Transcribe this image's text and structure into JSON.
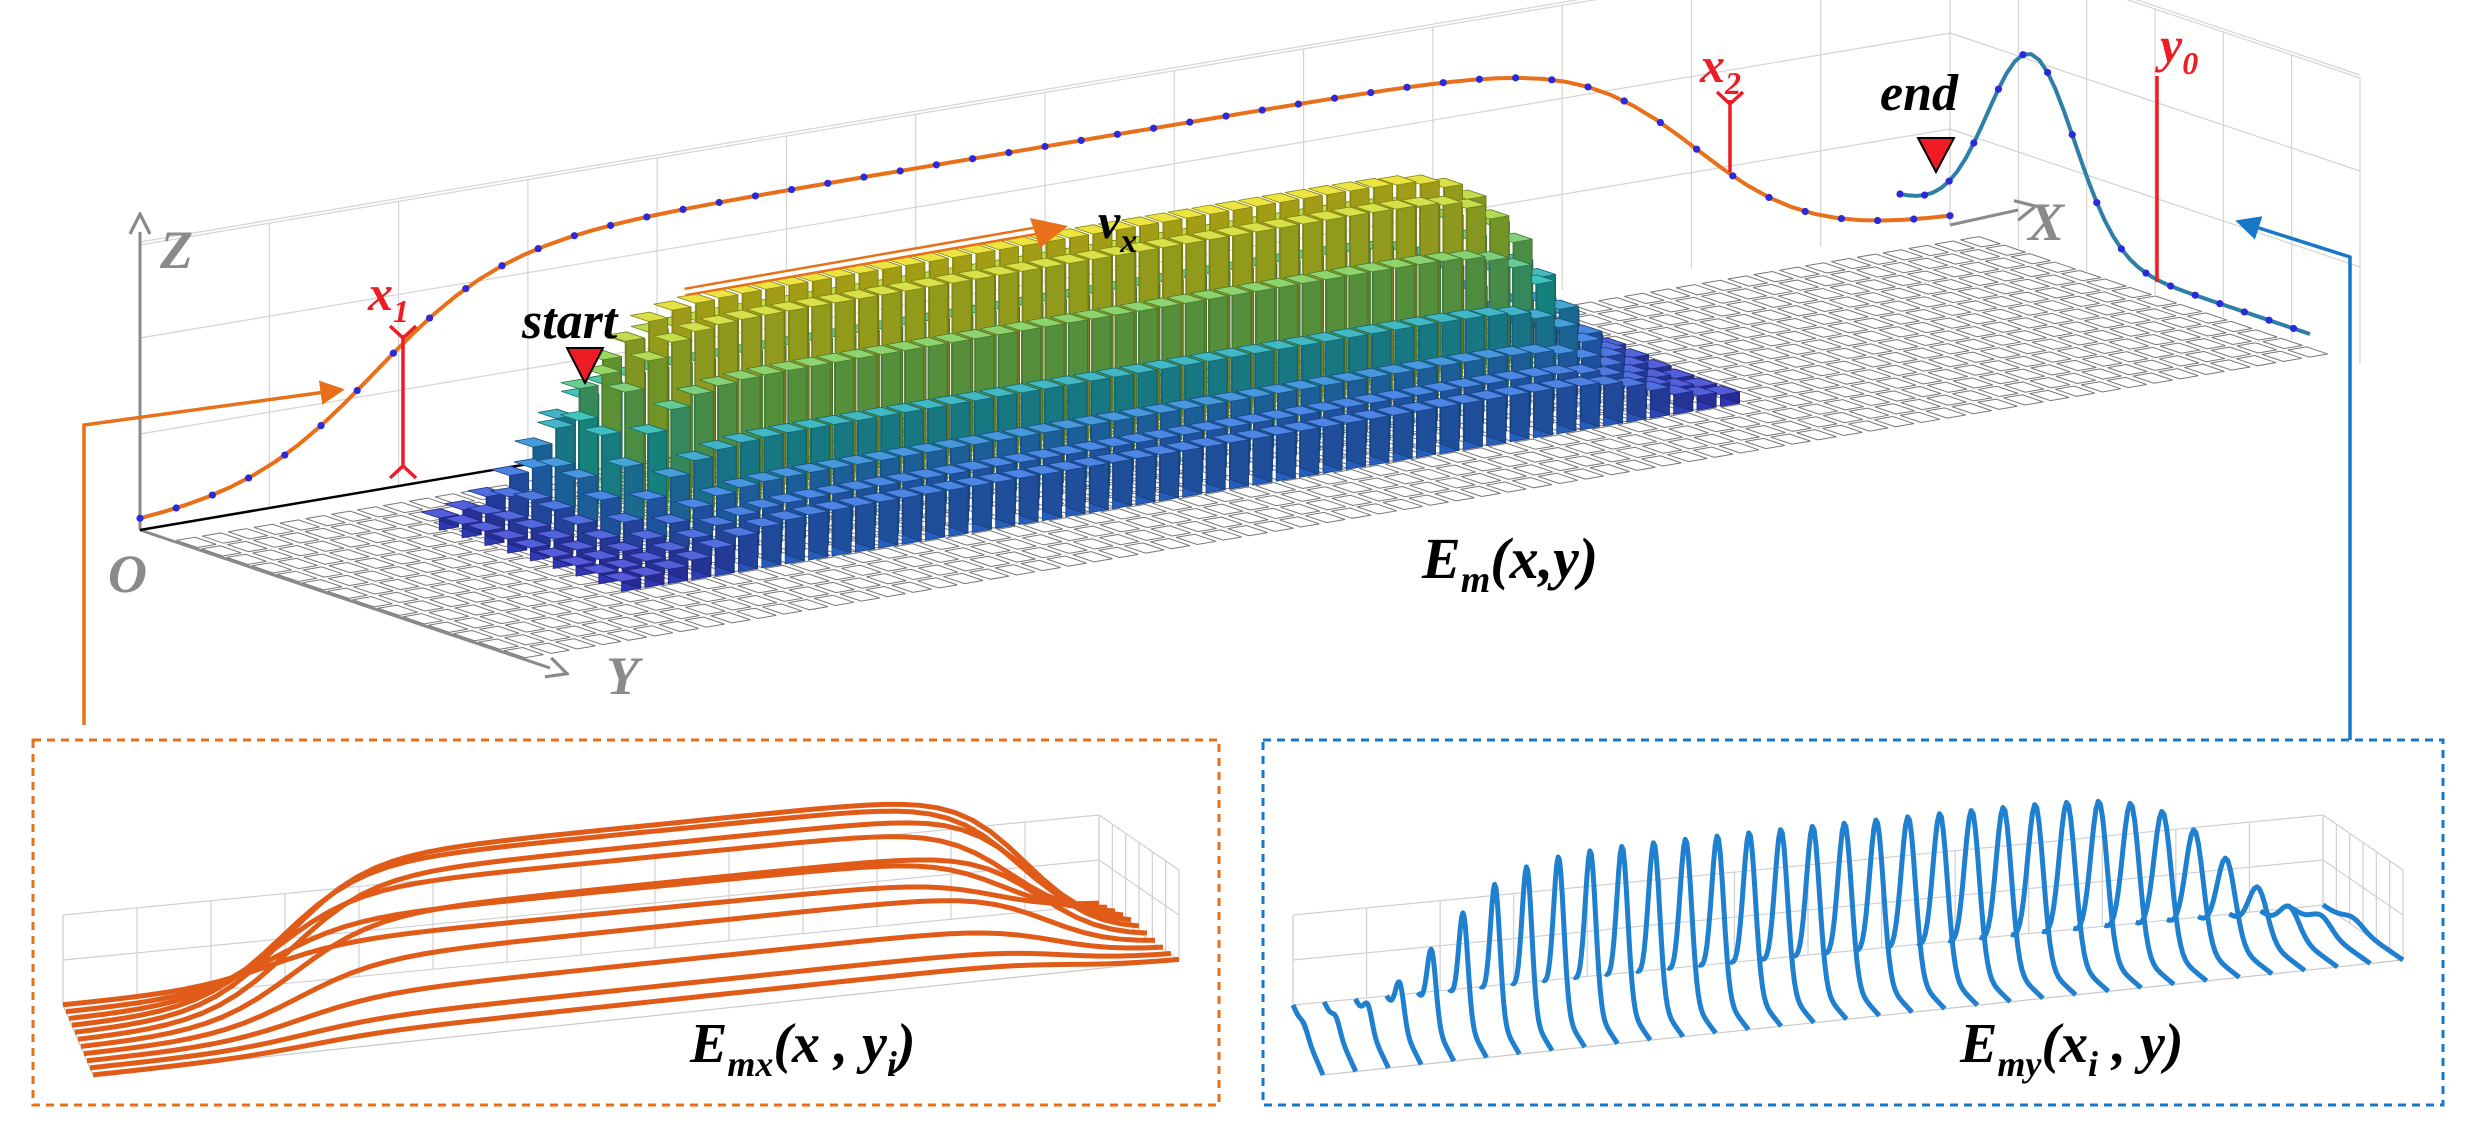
{
  "labels": {
    "x1": {
      "main": "x",
      "sub": "1"
    },
    "x2": {
      "main": "x",
      "sub": "2"
    },
    "y0": {
      "main": "y",
      "sub": "0"
    },
    "start": "start",
    "end": "end",
    "vx": {
      "main": "v",
      "sub": "x"
    },
    "axis_z": "Z",
    "axis_x": "X",
    "axis_y": "Y",
    "origin": "O",
    "em": {
      "main": "E",
      "sub": "m",
      "rest": "(x,y)"
    },
    "emx": {
      "main": "E",
      "sub": "mx",
      "rest1": "(x , y",
      "sub2": "i",
      "rest2": ")"
    },
    "emy": {
      "main": "E",
      "sub": "my",
      "rest1": "(x",
      "sub2": "i",
      "rest2": " , y)"
    }
  },
  "colors": {
    "orange": "#e8701a",
    "blue": "#1878c8",
    "red": "#ee1c24",
    "marker": "#2a2ad8",
    "grid": "#c8c8c8",
    "axis": "#8a8a8a",
    "emx_line": "#e05a18",
    "emy_line": "#1f80d0"
  }
}
